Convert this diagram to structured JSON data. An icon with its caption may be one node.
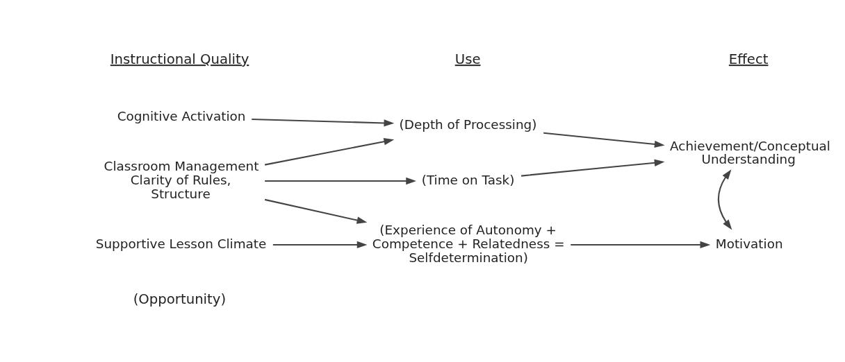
{
  "diagram": {
    "nodes": [
      {
        "text": [
          "Cognitive Activation"
        ]
      },
      {
        "text": [
          "Classroom Management Clarity of Rules, Structure"
        ]
      },
      {
        "text": [
          "Supportive Lesson Climate"
        ]
      },
      {
        "text": [
          "(Depth of Processing)"
        ]
      },
      {
        "text": [
          "(Time on Task)"
        ]
      },
      {
        "text": [
          "(Experience of Autonomy + Competence + Relatedness = Selfdetermination)"
        ]
      },
      {
        "text": [
          "Achievement/Conceptual Understanding"
        ]
      },
      {
        "text": [
          "Motivation"
        ]
      }
    ],
    "edges": [
      {
        "from": 0,
        "to": 3,
        "arrow": "to"
      },
      {
        "from": 1,
        "to": 3,
        "arrow": "to"
      },
      {
        "from": 1,
        "to": 4,
        "arrow": "to"
      },
      {
        "from": 1,
        "to": 5,
        "arrow": "to"
      },
      {
        "from": 2,
        "to": 5,
        "arrow": "to"
      },
      {
        "from": 3,
        "to": 6,
        "arrow": "to"
      },
      {
        "from": 4,
        "to": 6,
        "arrow": "to"
      },
      {
        "from": 5,
        "to": 7,
        "arrow": "to"
      },
      {
        "from": 6,
        "to": 7,
        "arrow": "both"
      }
    ],
    "labels": [
      "Instructional Quality",
      "Use",
      "Effect",
      "(Opportunity)"
    ]
  }
}
